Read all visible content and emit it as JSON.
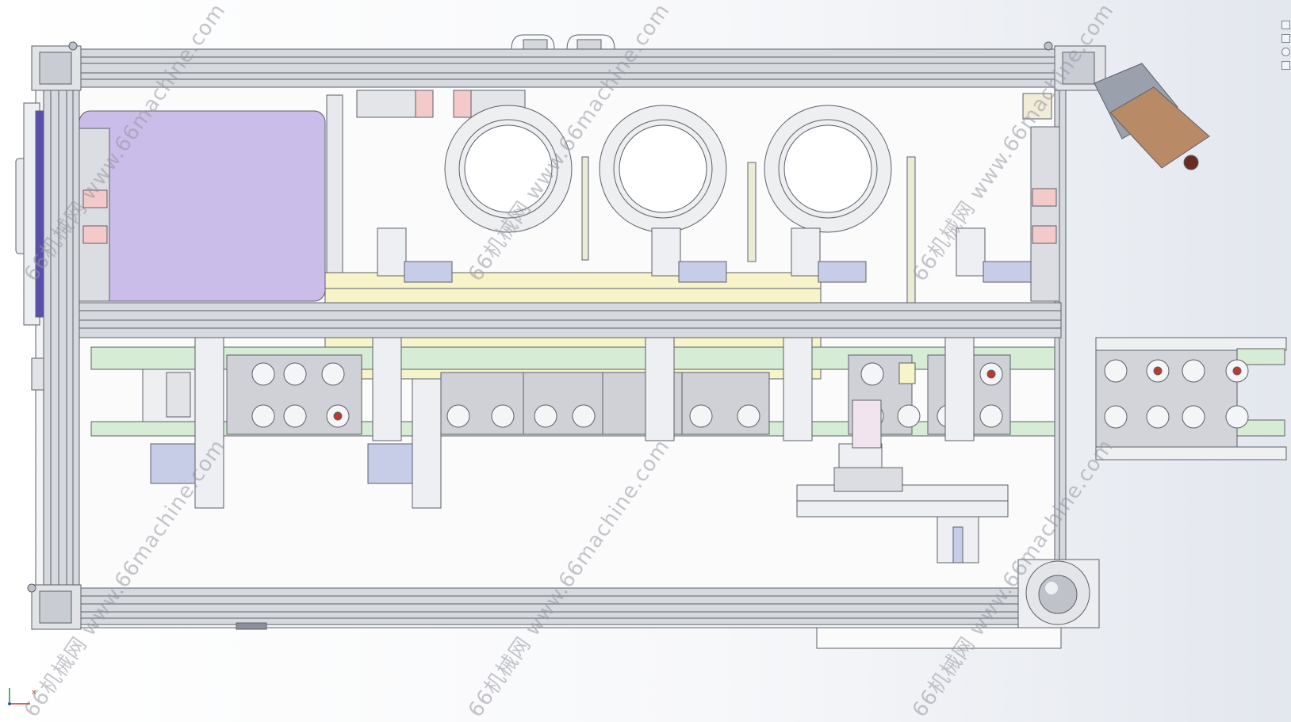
{
  "watermarks": [
    {
      "text": "66机械网 www.66machine.com"
    },
    {
      "text": "66机械网 www.66machine.com"
    },
    {
      "text": "66机械网 www.66machine.com"
    },
    {
      "text": "66机械网 www.66machine.com"
    },
    {
      "text": "66机械网 www.66machine.com"
    },
    {
      "text": "66机械网 www.66machine.com"
    }
  ],
  "triad": {
    "axis_label": "x"
  },
  "colors": {
    "frame": "#cfd3d9",
    "frame_line": "#5b606a",
    "purple_panel": "#cbbde9",
    "yellow_rail": "#f6f4c8",
    "green_conveyor": "#d6ecd4",
    "pink_block": "#f4c9c9",
    "brown_box": "#b88a66",
    "blue_block": "#c7cde6"
  },
  "icons": [
    "view-orientation-icon",
    "display-style-icon",
    "hide-show-icon",
    "appearance-icon",
    "reference-triad-icon"
  ]
}
